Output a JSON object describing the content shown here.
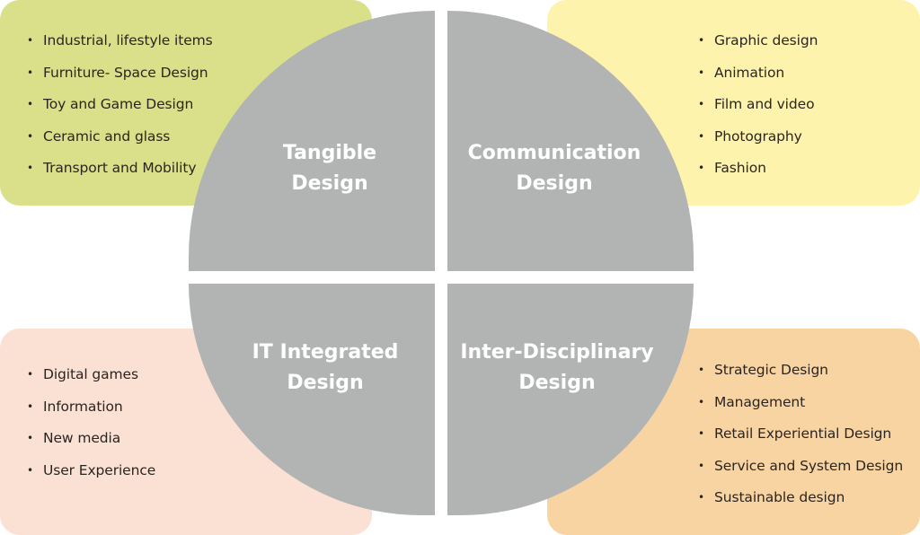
{
  "colors": {
    "tangible_box": "#d9e089",
    "communication_box": "#fdf3ac",
    "it_box": "#fbe0d4",
    "interdisciplinary_box": "#f9d4a3",
    "circle": "#b2b3b3",
    "label_text": "#ffffff",
    "item_text": "#2b2520"
  },
  "quadrants": [
    {
      "id": "tangible",
      "title_line1": "Tangible",
      "title_line2": "Design",
      "items": [
        "Industrial, lifestyle items",
        "Furniture- Space Design",
        "Toy and Game Design",
        "Ceramic and glass",
        "Transport and Mobility"
      ]
    },
    {
      "id": "communication",
      "title_line1": "Communication",
      "title_line2": "Design",
      "items": [
        "Graphic design",
        "Animation",
        "Film and video",
        "Photography",
        "Fashion"
      ]
    },
    {
      "id": "it-integrated",
      "title_line1": "IT Integrated",
      "title_line2": "Design",
      "items": [
        "Digital games",
        "Information",
        "New media",
        "User Experience"
      ]
    },
    {
      "id": "inter-disciplinary",
      "title_line1": "Inter-Disciplinary",
      "title_line2": "Design",
      "items": [
        "Strategic Design",
        "Management",
        "Retail Experiential Design",
        "Service and System Design",
        "Sustainable design"
      ]
    }
  ]
}
